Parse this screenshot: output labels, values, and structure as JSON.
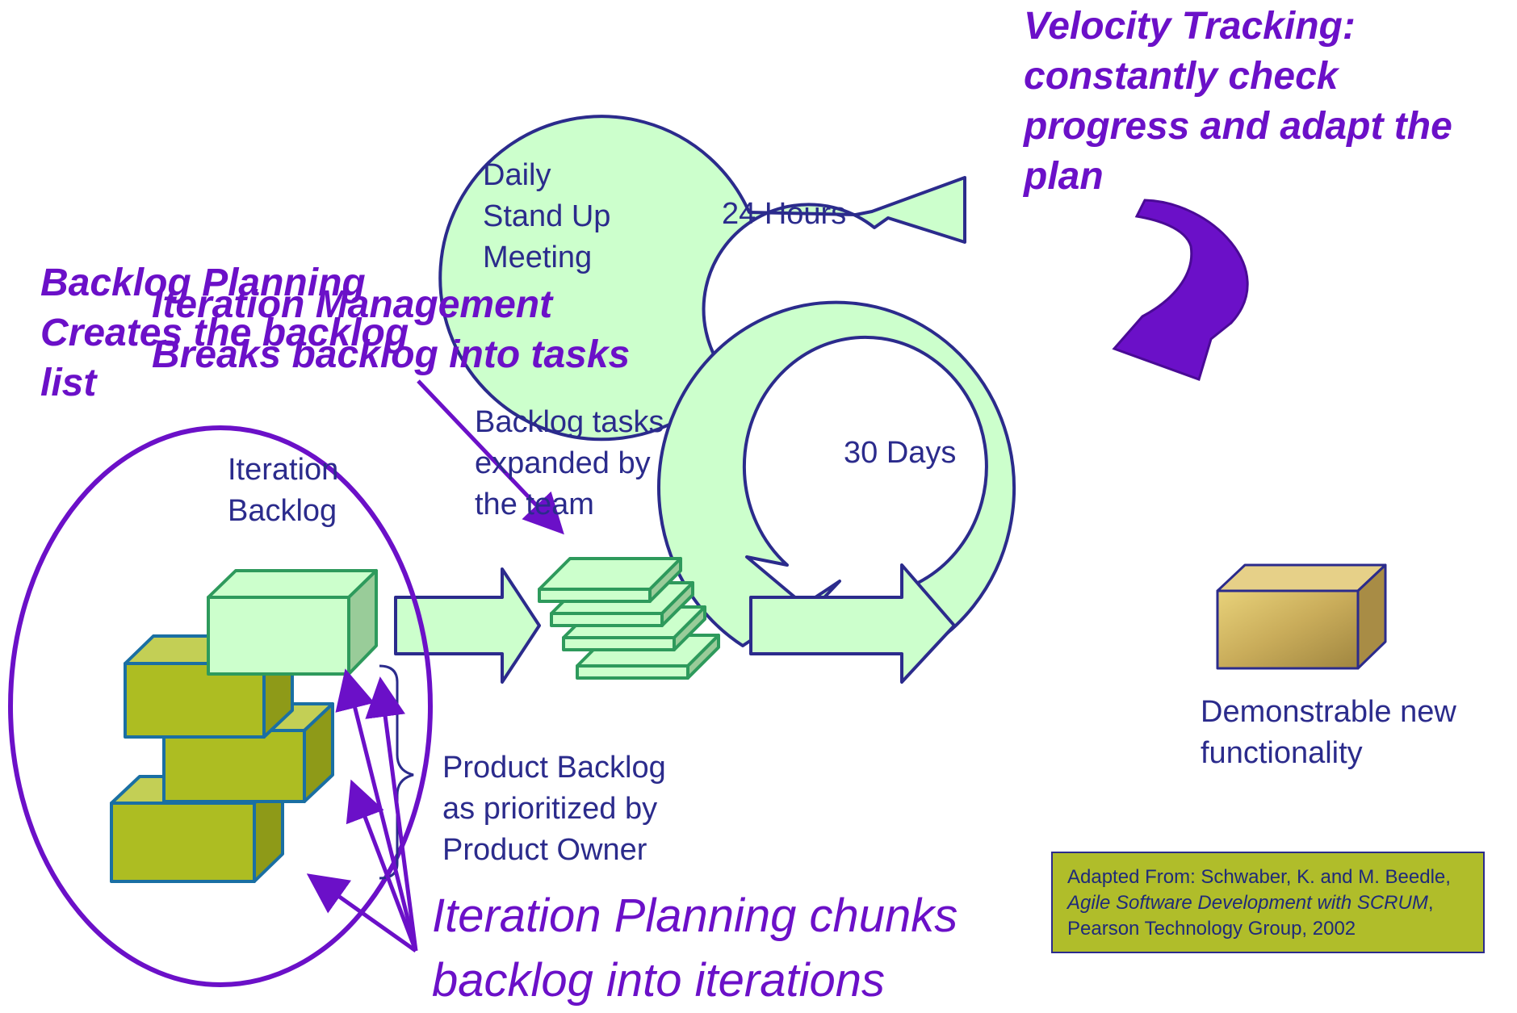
{
  "labels": {
    "velocity": "Velocity Tracking:\nconstantly check\nprogress and adapt the\nplan",
    "daily_standup": "Daily\nStand Up\nMeeting",
    "hours": "24 Hours",
    "days": "30 Days",
    "backlog_planning": "Backlog Planning\nCreates the backlog\nlist",
    "iteration_management": "Iteration Management\nBreaks backlog into tasks",
    "backlog_tasks": "Backlog tasks\nexpanded by\nthe team",
    "iteration_backlog": "Iteration\nBacklog",
    "product_backlog": "Product Backlog\nas prioritized by\nProduct Owner",
    "demonstrable": "Demonstrable new\nfunctionality",
    "iteration_planning": "Iteration Planning chunks\nbacklog into iterations"
  },
  "citation": {
    "prefix": "Adapted From: Schwaber, K. and M. Beedle, ",
    "title": "Agile Software Development with SCRUM",
    "suffix": ", Pearson Technology Group, 2002"
  },
  "colors": {
    "arrow_fill": "#ccffcc",
    "outline": "#2b2b8c",
    "purple": "#6b10c8",
    "olive_box": "#adbd22",
    "gold_box": "#c9ac5a"
  }
}
